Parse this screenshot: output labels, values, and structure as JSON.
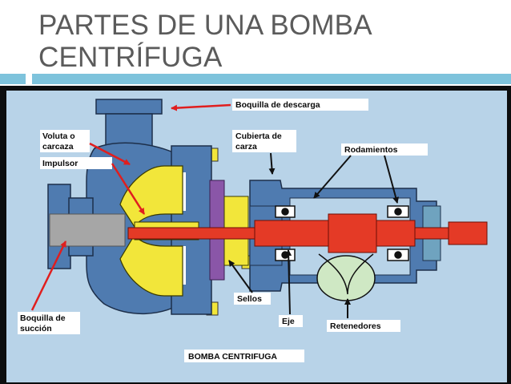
{
  "title": {
    "line1": "PARTES DE UNA BOMBA",
    "line2": "CENTRÍFUGA"
  },
  "accent_color": "#7ec3dc",
  "diagram": {
    "background_color": "#b8d3e8",
    "casing_color": "#4f7bb0",
    "impeller_color": "#f2e63a",
    "shaft_color": "#e43a26",
    "seal_color": "#8a56a8",
    "labels": {
      "boquilla_descarga": "Boquilla de descarga",
      "voluta_line1": "Voluta o",
      "voluta_line2": "carcaza",
      "impulsor": "Impulsor",
      "cubierta_line1": "Cubierta de",
      "cubierta_line2": "carza",
      "rodamientos": "Rodamientos",
      "boquilla_succion_line1": "Boquilla de",
      "boquilla_succion_line2": "succión",
      "sellos": "Sellos",
      "eje": "Eje",
      "retenedores": "Retenedores",
      "caption": "BOMBA CENTRIFUGA"
    }
  }
}
